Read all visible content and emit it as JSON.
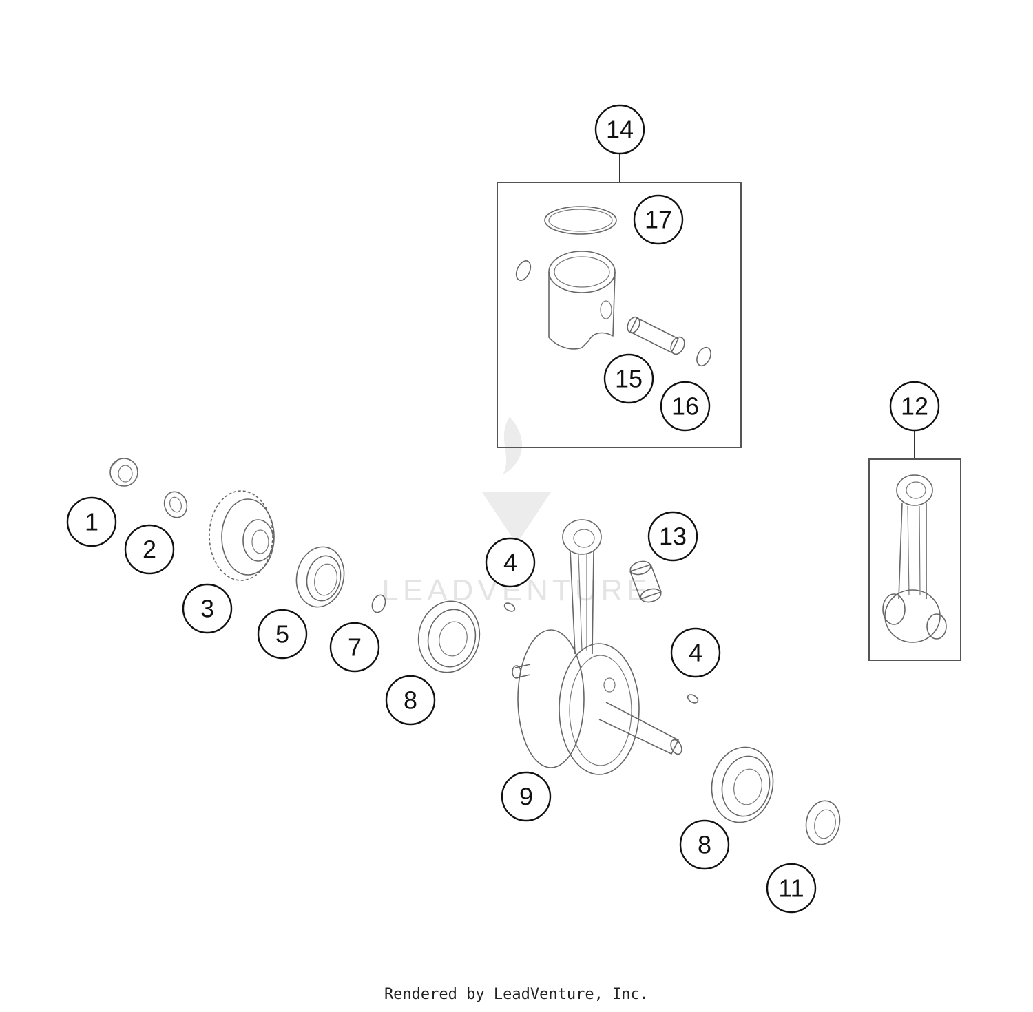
{
  "callouts": {
    "c1": "1",
    "c2": "2",
    "c3": "3",
    "c4a": "4",
    "c4b": "4",
    "c5": "5",
    "c7": "7",
    "c8a": "8",
    "c8b": "8",
    "c9": "9",
    "c11": "11",
    "c12": "12",
    "c13": "13",
    "c14": "14",
    "c15": "15",
    "c16": "16",
    "c17": "17"
  },
  "watermark": "LEADVENTURE",
  "footer": "Rendered by LeadVenture, Inc."
}
